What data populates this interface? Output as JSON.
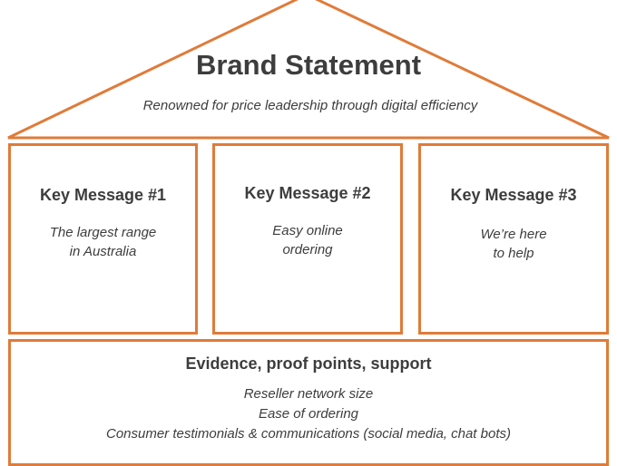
{
  "colors": {
    "accent": "#e07b39",
    "text": "#3d3d3d"
  },
  "roof": {
    "title": "Brand Statement",
    "subtitle": "Renowned for price leadership through digital efficiency"
  },
  "pillars": [
    {
      "title": "Key Message #1",
      "lines": [
        "The largest range",
        "in Australia"
      ]
    },
    {
      "title": "Key Message #2",
      "lines": [
        "Easy online",
        "ordering"
      ]
    },
    {
      "title": "Key Message #3",
      "lines": [
        "We’re here",
        "to help"
      ]
    }
  ],
  "base": {
    "title": "Evidence, proof points, support",
    "lines": [
      "Reseller network size",
      "Ease of ordering",
      "Consumer testimonials & communications (social media, chat bots)"
    ]
  }
}
